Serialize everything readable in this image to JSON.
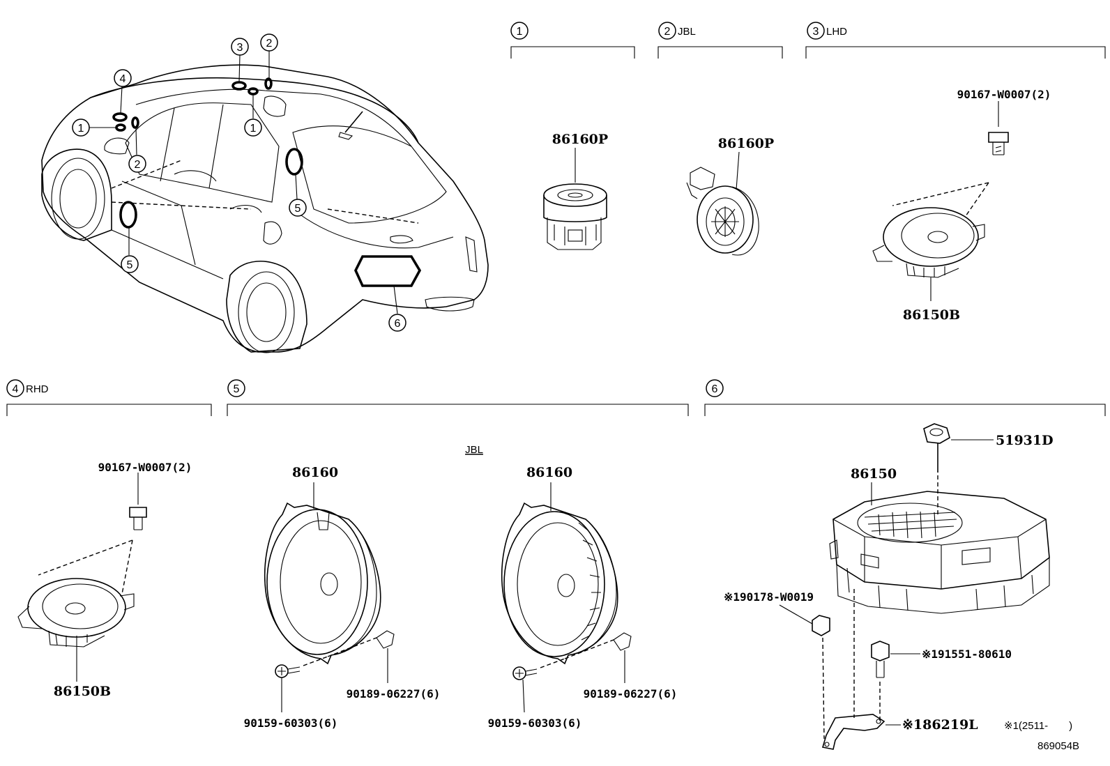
{
  "sections": [
    {
      "num": "1",
      "suffix": ""
    },
    {
      "num": "2",
      "suffix": "JBL"
    },
    {
      "num": "3",
      "suffix": "LHD"
    },
    {
      "num": "4",
      "suffix": "RHD"
    },
    {
      "num": "5",
      "suffix": ""
    },
    {
      "num": "6",
      "suffix": ""
    }
  ],
  "car_callouts": [
    "4",
    "3",
    "2",
    "1",
    "2",
    "1",
    "5",
    "5",
    "6"
  ],
  "parts": {
    "s1_tweeter": "86160P",
    "s2_tweeter": "86160P",
    "s3_screw": "90167-W0007(2)",
    "s3_speaker": "86150B",
    "s4_screw": "90167-W0007(2)",
    "s4_speaker": "86150B",
    "s5_jbl": "JBL",
    "s5_speaker_a": "86160",
    "s5_speaker_b": "86160",
    "s5_clip_a": "90189-06227(6)",
    "s5_clip_b": "90189-06227(6)",
    "s5_screw_a": "90159-60303(6)",
    "s5_screw_b": "90159-60303(6)",
    "s6_knob": "51931D",
    "s6_woofer": "86150",
    "s6_nut": "※190178-W0019",
    "s6_bolt": "※191551-80610",
    "s6_bracket": "※186219L",
    "s6_note": "※1(2511-　　)"
  },
  "diagram_id": "869054B"
}
